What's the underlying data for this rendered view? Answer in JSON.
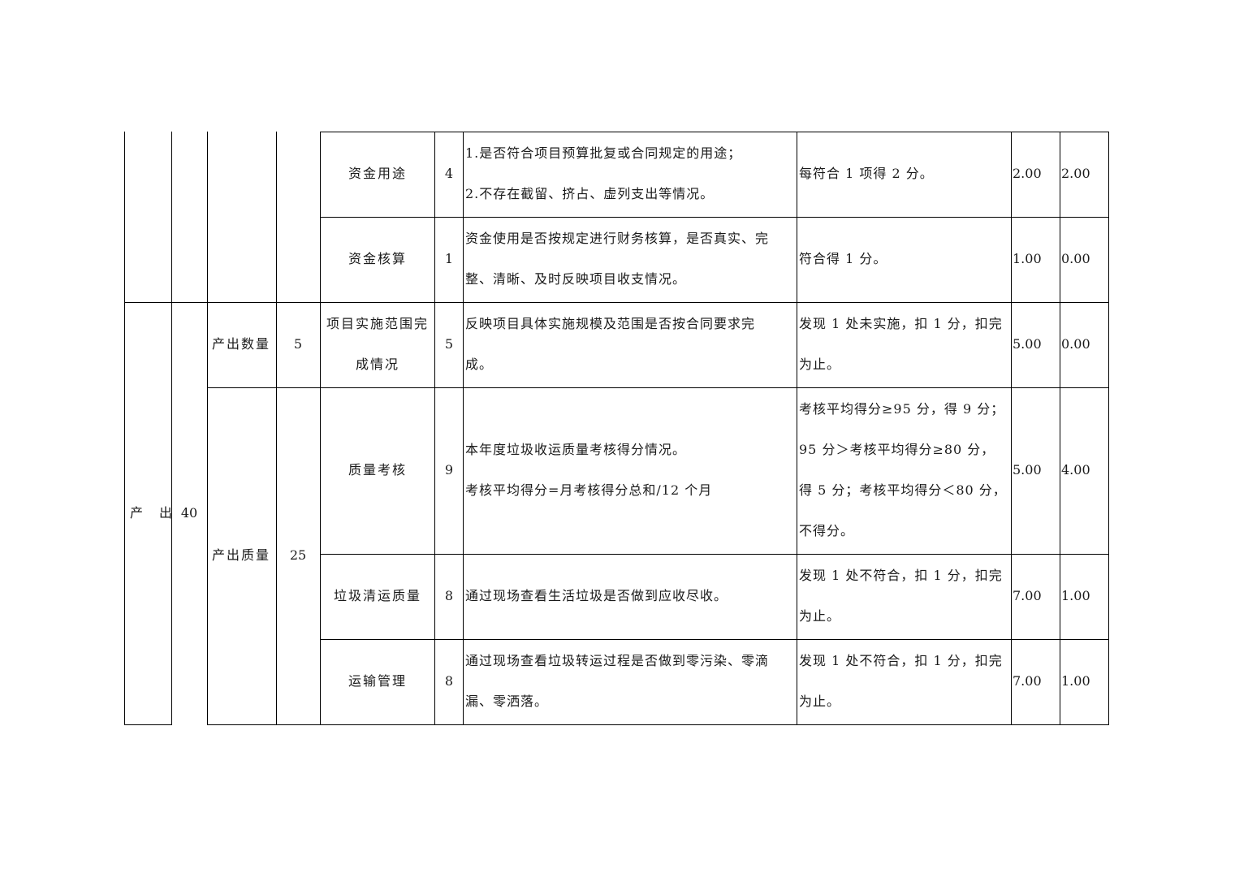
{
  "table": {
    "rows": [
      {
        "indicator": "资金用途",
        "weight": "4",
        "content": [
          "1.是否符合项目预算批复或合同规定的用途；",
          "2.不存在截留、挤占、虚列支出等情况。"
        ],
        "criteria": [
          "每符合 1 项得 2 分。"
        ],
        "score_a": "2.00",
        "score_b": "2.00"
      },
      {
        "indicator": "资金核算",
        "weight": "1",
        "content": [
          "资金使用是否按规定进行财务核算，是否真实、完",
          "整、清晰、及时反映项目收支情况。"
        ],
        "criteria": [
          "符合得 1 分。"
        ],
        "score_a": "1.00",
        "score_b": "0.00"
      },
      {
        "indicator_lines": [
          "项目实施范围完",
          "成情况"
        ],
        "weight": "5",
        "content": [
          "反映项目具体实施规模及范围是否按合同要求完",
          "成。"
        ],
        "criteria": [
          "发现 1 处未实施，扣 1 分，扣完",
          "为止。"
        ],
        "score_a": "5.00",
        "score_b": "0.00"
      },
      {
        "indicator": "质量考核",
        "weight": "9",
        "content": [
          "本年度垃圾收运质量考核得分情况。",
          "考核平均得分=月考核得分总和/12 个月"
        ],
        "criteria": [
          "考核平均得分≥95 分，得 9 分；",
          "95 分＞考核平均得分≥80 分，",
          "得 5 分；考核平均得分＜80 分，",
          "不得分。"
        ],
        "score_a": "5.00",
        "score_b": "4.00"
      },
      {
        "indicator": "垃圾清运质量",
        "weight": "8",
        "content": [
          "通过现场查看生活垃圾是否做到应收尽收。"
        ],
        "criteria": [
          "发现 1 处不符合，扣 1 分，扣完",
          "为止。"
        ],
        "score_a": "7.00",
        "score_b": "1.00"
      },
      {
        "indicator": "运输管理",
        "weight": "8",
        "content": [
          "通过现场查看垃圾转运过程是否做到零污染、零滴",
          "漏、零洒落。"
        ],
        "criteria": [
          "发现 1 处不符合，扣 1 分，扣完",
          "为止。"
        ],
        "score_a": "7.00",
        "score_b": "1.00"
      }
    ],
    "level1": {
      "label": "产　出",
      "weight": "40"
    },
    "level2": [
      {
        "label": "产出数量",
        "weight": "5"
      },
      {
        "label": "产出质量",
        "weight": "25"
      }
    ]
  }
}
